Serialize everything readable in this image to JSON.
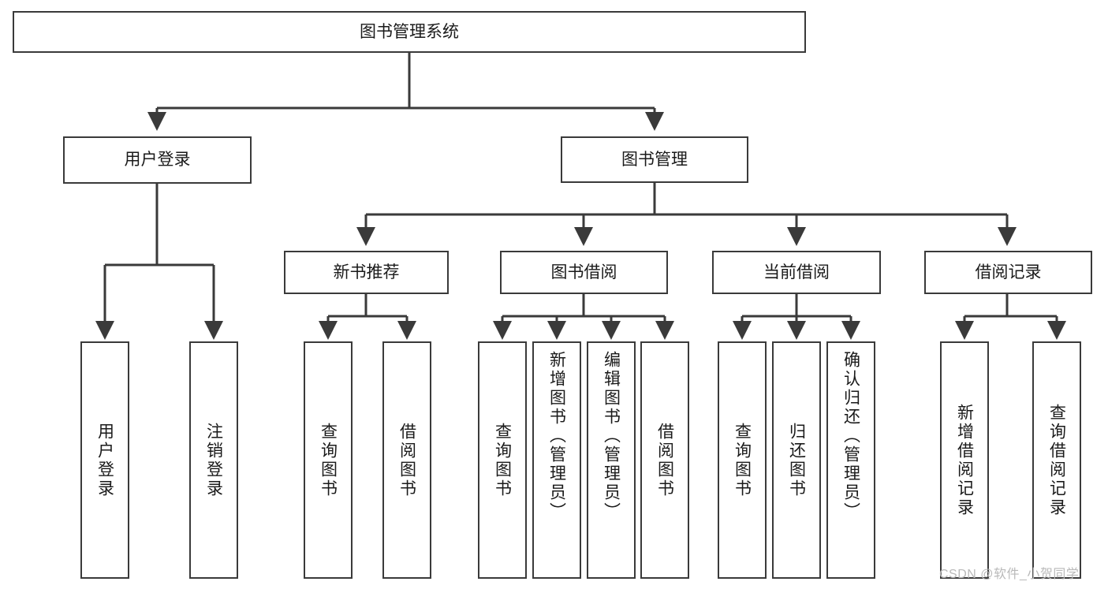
{
  "diagram": {
    "title": "图书管理系统",
    "root": {
      "label": "图书管理系统"
    },
    "level2": [
      {
        "label": "用户登录"
      },
      {
        "label": "图书管理"
      }
    ],
    "level3": [
      {
        "label": "新书推荐"
      },
      {
        "label": "图书借阅"
      },
      {
        "label": "当前借阅"
      },
      {
        "label": "借阅记录"
      }
    ],
    "leaves": {
      "user_login": [
        {
          "label": "用户登录"
        },
        {
          "label": "注销登录"
        }
      ],
      "new_book_recommend": [
        {
          "label": "查询图书"
        },
        {
          "label": "借阅图书"
        }
      ],
      "book_borrow": [
        {
          "label": "查询图书"
        },
        {
          "label": "新增图书（管理员）"
        },
        {
          "label": "编辑图书（管理员）"
        },
        {
          "label": "借阅图书"
        }
      ],
      "current_borrow": [
        {
          "label": "查询图书"
        },
        {
          "label": "归还图书"
        },
        {
          "label": "确认归还（管理员）"
        }
      ],
      "borrow_record": [
        {
          "label": "新增借阅记录"
        },
        {
          "label": "查询借阅记录"
        }
      ]
    }
  },
  "watermark": {
    "text": "CSDN @软件_小贺同学"
  },
  "colors": {
    "stroke": "#3a3a3a",
    "background": "#ffffff",
    "text": "#1a1a1a",
    "watermark": "#b9b9b9"
  }
}
